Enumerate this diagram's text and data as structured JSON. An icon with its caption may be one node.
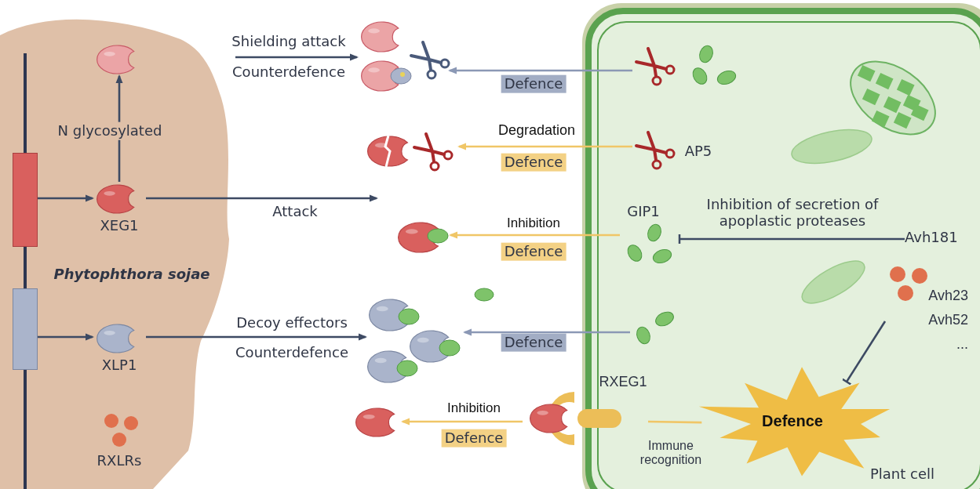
{
  "diagram": {
    "nodes": [
      {
        "text": [
          "Phytophthora sojae"
        ]
      },
      {
        "text": [
          "Plant cell"
        ]
      },
      {
        "text": [],
        "shape": "bar",
        "in": 0
      },
      {
        "text": [],
        "shape": "bar",
        "in": 0
      },
      {
        "text": [
          "XEG1"
        ],
        "in": 0
      },
      {
        "text": [],
        "shape": "picture",
        "in": 0
      },
      {
        "text": [
          "XLP1"
        ],
        "in": 0
      },
      {
        "text": [
          "RXLRs"
        ],
        "in": 0
      },
      {
        "text": [],
        "shape": "picture"
      },
      {
        "text": [],
        "shape": "picture",
        "in": 1
      },
      {
        "text": [],
        "shape": "picture"
      },
      {
        "text": [
          "AP5"
        ],
        "in": 1
      },
      {
        "text": [],
        "shape": "picture"
      },
      {
        "text": [
          "GIP1"
        ],
        "in": 1
      },
      {
        "text": [
          "Avh181"
        ],
        "in": 1
      },
      {
        "text": [],
        "shape": "picture"
      },
      {
        "text": [],
        "shape": "picture",
        "in": 1
      },
      {
        "text": [],
        "shape": "picture"
      },
      {
        "text": [
          "RXEG1"
        ]
      },
      {
        "text": [
          "Defence"
        ],
        "in": 1
      },
      {
        "text": [
          "Avh23 Avh52 ..."
        ],
        "in": 1
      }
    ],
    "edges": [
      {
        "from": 2,
        "to": 4,
        "arrow": "to"
      },
      {
        "from": 4,
        "to": 5,
        "arrow": "to",
        "label": "N glycosylated"
      },
      {
        "from": 3,
        "to": 6,
        "arrow": "to"
      },
      {
        "from": 0,
        "to": 8,
        "arrow": "to",
        "label": "Shielding attack"
      },
      {
        "from": 9,
        "to": 8,
        "arrow": "to",
        "label": "Defence",
        "color": "#8b98b5"
      },
      {
        "from": 11,
        "to": 10,
        "arrow": "to",
        "label": "Defence",
        "color": "#f0c667"
      },
      {
        "from": 4,
        "to": null,
        "arrow": "to",
        "label": "Attack"
      },
      {
        "from": 13,
        "to": 12,
        "arrow": "to",
        "label": "Defence",
        "color": "#f0c667"
      },
      {
        "from": 14,
        "to": 13,
        "arrow": "other",
        "label": "Inhibition of secretion of apoplastic proteases"
      },
      {
        "from": 6,
        "to": 15,
        "arrow": "to",
        "label": "Decoy effectors"
      },
      {
        "from": 16,
        "to": 15,
        "arrow": "to",
        "label": "Defence",
        "color": "#8b98b5"
      },
      {
        "from": 18,
        "to": 17,
        "arrow": "to",
        "label": "Defence",
        "color": "#f0c667"
      },
      {
        "from": 18,
        "to": 19,
        "arrow": "none",
        "label": "Immune recognition",
        "color": "#f0c667"
      },
      {
        "from": 20,
        "to": 19,
        "arrow": "other"
      }
    ],
    "labels": [
      "Counterdefence",
      "Degradation",
      "Inhibition",
      "Counterdefence",
      "Inhibition"
    ]
  }
}
